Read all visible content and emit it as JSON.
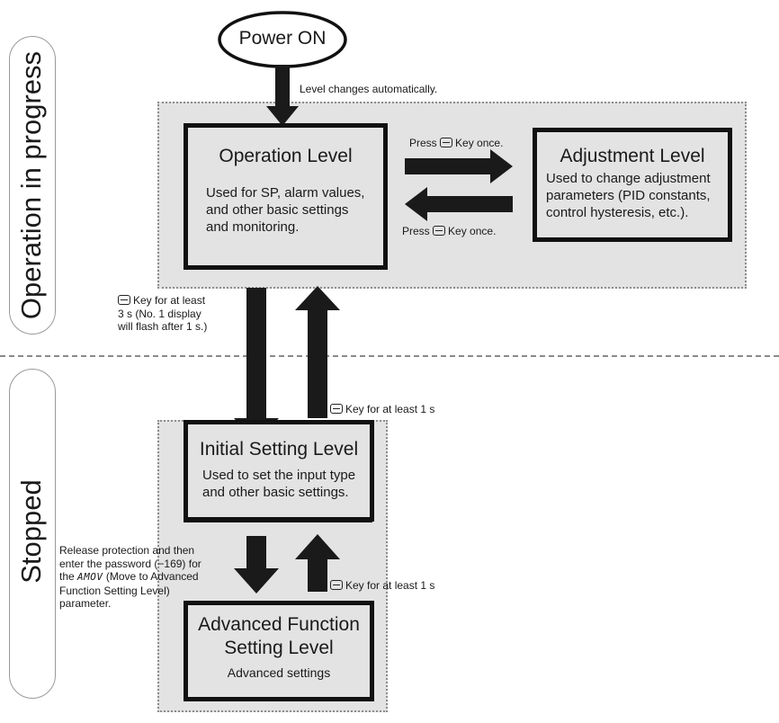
{
  "start": {
    "label": "Power ON"
  },
  "auto_note": "Level changes automatically.",
  "sections": {
    "running": "Operation in progress",
    "stopped": "Stopped"
  },
  "operation": {
    "title": "Operation Level",
    "desc": "Used for SP, alarm values, and other basic settings and monitoring."
  },
  "adjustment": {
    "title": "Adjustment Level",
    "desc": "Used to change adjustment parameters (PID constants, control hysteresis, etc.)."
  },
  "initial": {
    "title": "Initial Setting Level",
    "desc": "Used to set the input type and other basic settings."
  },
  "advanced": {
    "title_line1": "Advanced Function",
    "title_line2": "Setting Level",
    "desc": "Advanced settings"
  },
  "transitions": {
    "to_adjustment": "Key once.",
    "to_adjustment_prefix": "Press",
    "to_operation": "Key once.",
    "to_operation_prefix": "Press",
    "to_initial_line1": "Key for at least",
    "to_initial_line2": "3 s (No. 1 display",
    "to_initial_line3": "will flash after 1 s.)",
    "to_operation_from_initial": "Key for at least 1 s",
    "to_advanced_line1": "Release protection and then",
    "to_advanced_line2": "enter the password (−169) for",
    "to_advanced_line3_prefix": "the",
    "to_advanced_param": "AMOV",
    "to_advanced_line3_suffix": "(Move to Advanced",
    "to_advanced_line4": "Function Setting Level)",
    "to_advanced_line5": "parameter.",
    "to_initial_from_advanced": "Key for at least 1 s"
  },
  "key_icon": "mode-key-icon"
}
